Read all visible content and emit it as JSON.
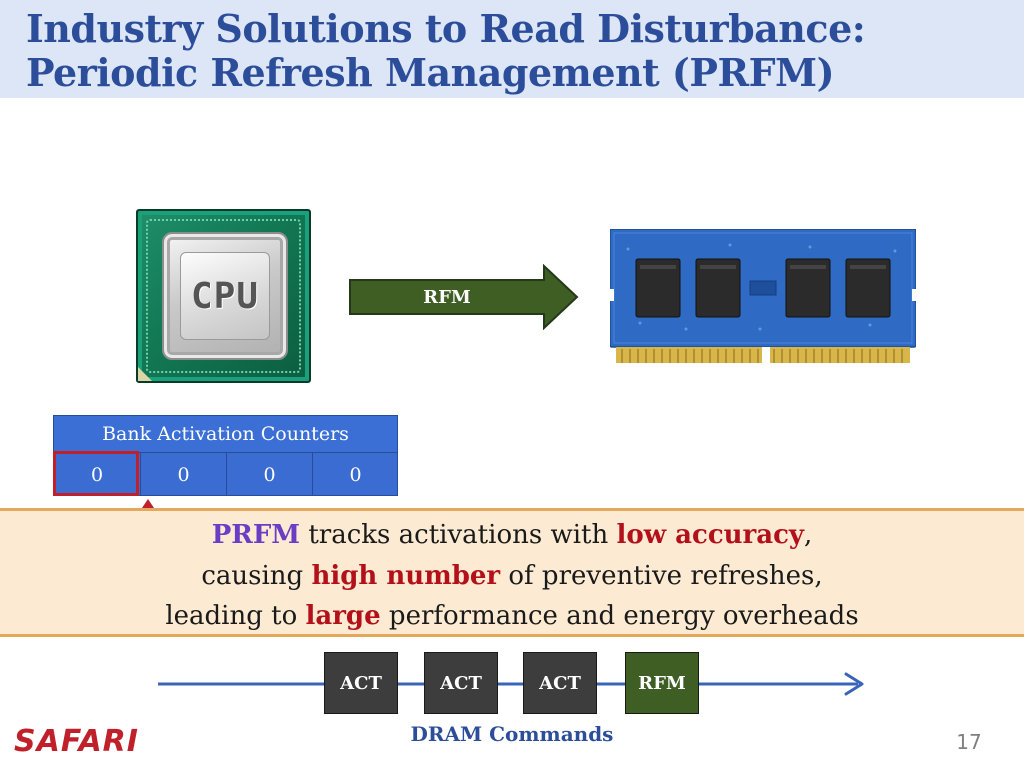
{
  "slide": {
    "title_line1": "Industry Solutions to Read Disturbance:",
    "title_line2": "Periodic Refresh Management (PRFM)"
  },
  "cpu": {
    "label": "CPU",
    "icon": "cpu-chip-icon"
  },
  "rfm_arrow": {
    "label": "RFM",
    "color": "#3f5e24"
  },
  "dram": {
    "icon": "dram-module-icon"
  },
  "counters": {
    "header": "Bank Activation Counters",
    "values": [
      "0",
      "0",
      "0",
      "0"
    ],
    "highlight_color": "#c0202a"
  },
  "callout": {
    "line1": {
      "highlight1": "PRFM",
      "text1": " tracks activations with ",
      "highlight2": "low accuracy",
      "text2": ","
    },
    "line2": {
      "text1": "causing ",
      "highlight": "high number",
      "text2": " of preventive refreshes,"
    },
    "line3": {
      "text1": "leading to ",
      "highlight": "large",
      "text2": " performance and energy overheads"
    }
  },
  "commands": {
    "items": [
      "ACT",
      "ACT",
      "ACT",
      "RFM"
    ],
    "caption": "DRAM Commands"
  },
  "footer": {
    "logo": "SAFARI",
    "page_number": "17"
  },
  "colors": {
    "title": "#2c4e9a",
    "title_bg": "#dce6f7",
    "callout_bg": "#fcebd2",
    "accent_red": "#b3101a",
    "accent_purple": "#6a3ec4",
    "table_blue": "#3a6cd2"
  }
}
